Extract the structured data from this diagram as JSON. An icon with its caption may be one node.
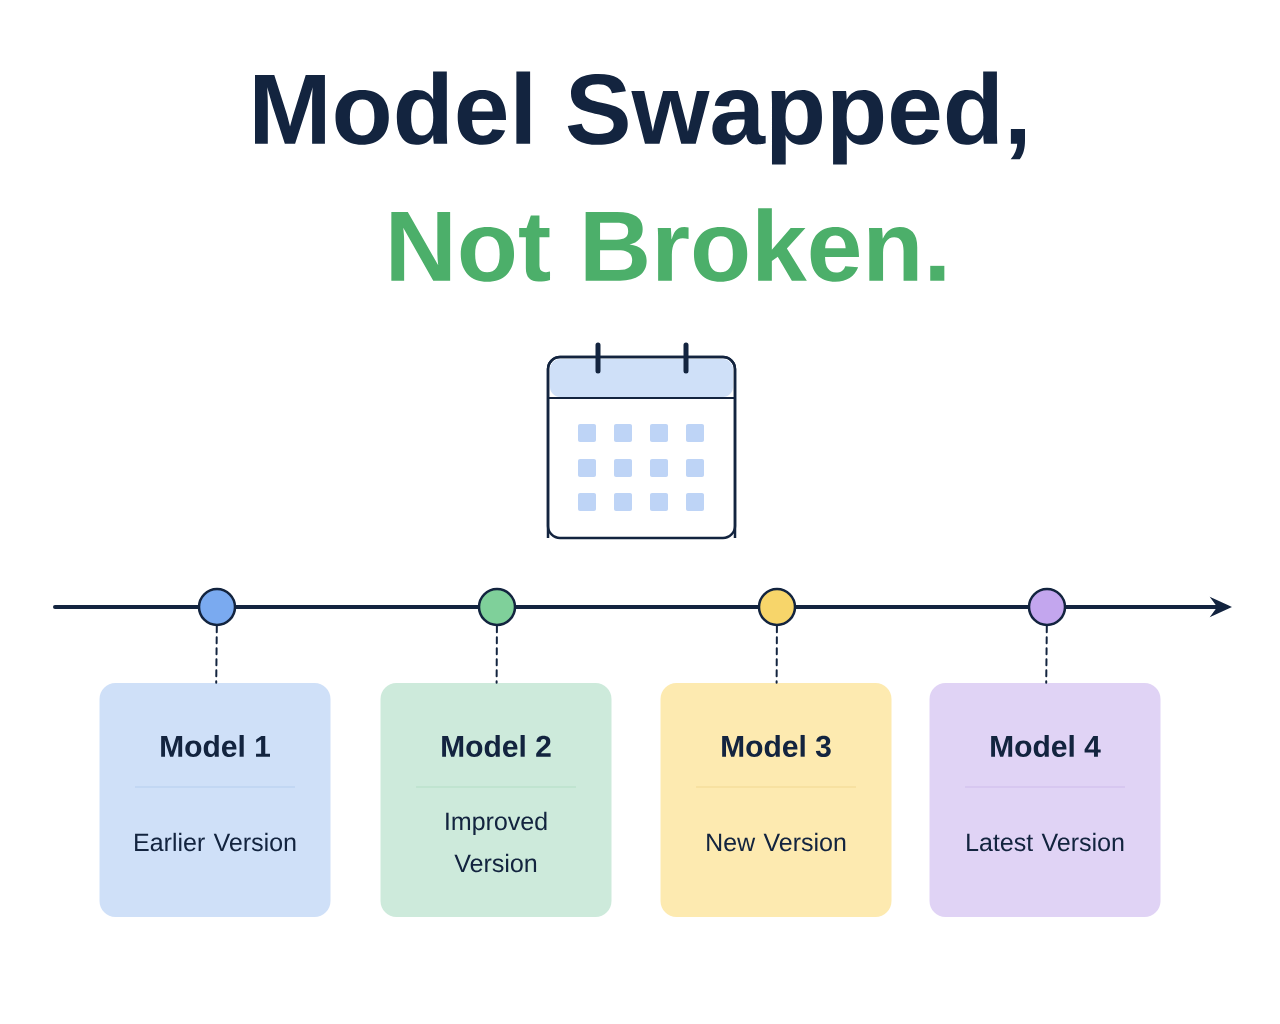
{
  "diagram": {
    "title": "Model Swapped,",
    "nodes": [
      {
        "text": [],
        "shape": "circle"
      },
      {
        "text": [],
        "shape": "circle"
      },
      {
        "text": [],
        "shape": "circle"
      },
      {
        "text": [],
        "shape": "circle"
      },
      {
        "text": [
          "Model 1",
          "Earlier Version"
        ]
      },
      {
        "text": [
          "Model 2",
          "Improved Version"
        ]
      },
      {
        "text": [
          "Model 3",
          "New Version"
        ]
      },
      {
        "text": [
          "Model 4",
          "Latest Version"
        ]
      }
    ],
    "edges": [
      {
        "from": null,
        "to": 0,
        "arrow": "none"
      },
      {
        "from": 0,
        "to": 1,
        "arrow": "none"
      },
      {
        "from": 1,
        "to": 2,
        "arrow": "none"
      },
      {
        "from": 2,
        "to": 3,
        "arrow": "none"
      },
      {
        "from": 3,
        "to": null,
        "arrow": "to"
      },
      {
        "from": 0,
        "to": 4,
        "arrow": "none",
        "style": "dashed"
      },
      {
        "from": 1,
        "to": 5,
        "arrow": "none",
        "style": "dashed"
      },
      {
        "from": 2,
        "to": 6,
        "arrow": "none",
        "style": "dashed"
      },
      {
        "from": 3,
        "to": 7,
        "arrow": "none",
        "style": "dashed"
      }
    ],
    "labels": [
      "Not Broken."
    ]
  }
}
